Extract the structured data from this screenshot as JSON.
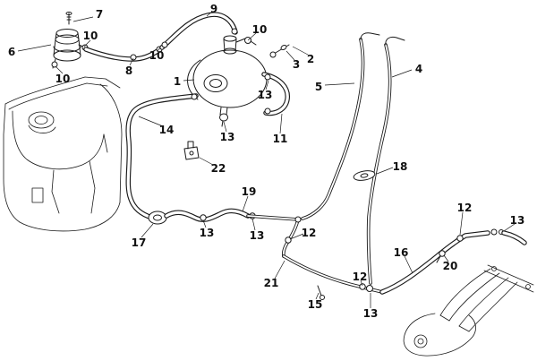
{
  "figure": {
    "type": "exploded-parts-diagram",
    "subject": "brake booster and vacuum hose system",
    "colors": {
      "background": "#ffffff",
      "line": "#1a1a1a",
      "label": "#111111"
    }
  },
  "diagram": {
    "callouts": [
      {
        "id": "7",
        "label": "7"
      },
      {
        "id": "9",
        "label": "9"
      },
      {
        "id": "10a",
        "label": "10"
      },
      {
        "id": "10b",
        "label": "10"
      },
      {
        "id": "6",
        "label": "6"
      },
      {
        "id": "10c",
        "label": "10"
      },
      {
        "id": "8",
        "label": "8"
      },
      {
        "id": "10d",
        "label": "10"
      },
      {
        "id": "1",
        "label": "1"
      },
      {
        "id": "3",
        "label": "3"
      },
      {
        "id": "2",
        "label": "2"
      },
      {
        "id": "4",
        "label": "4"
      },
      {
        "id": "5",
        "label": "5"
      },
      {
        "id": "13a",
        "label": "13"
      },
      {
        "id": "11",
        "label": "11"
      },
      {
        "id": "13b",
        "label": "13"
      },
      {
        "id": "14",
        "label": "14"
      },
      {
        "id": "22",
        "label": "22"
      },
      {
        "id": "18",
        "label": "18"
      },
      {
        "id": "19",
        "label": "19"
      },
      {
        "id": "13c",
        "label": "13"
      },
      {
        "id": "13d",
        "label": "13"
      },
      {
        "id": "12a",
        "label": "12"
      },
      {
        "id": "17",
        "label": "17"
      },
      {
        "id": "12b",
        "label": "12"
      },
      {
        "id": "13e",
        "label": "13"
      },
      {
        "id": "16",
        "label": "16"
      },
      {
        "id": "20",
        "label": "20"
      },
      {
        "id": "12c",
        "label": "12"
      },
      {
        "id": "21",
        "label": "21"
      },
      {
        "id": "15",
        "label": "15"
      },
      {
        "id": "13f",
        "label": "13"
      }
    ]
  }
}
